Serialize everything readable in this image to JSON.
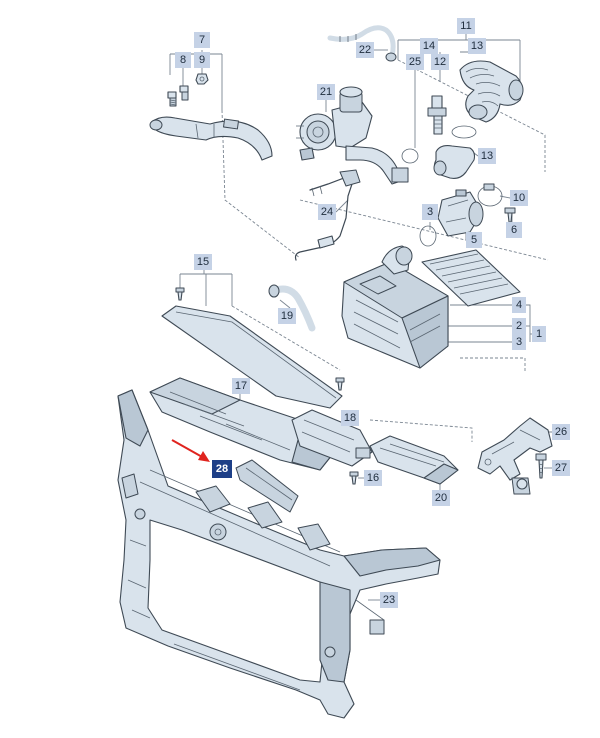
{
  "diagram": {
    "callouts": [
      {
        "id": "c7",
        "text": "7"
      },
      {
        "id": "c8",
        "text": "8"
      },
      {
        "id": "c9",
        "text": "9"
      },
      {
        "id": "c22",
        "text": "22"
      },
      {
        "id": "c11",
        "text": "11"
      },
      {
        "id": "c14",
        "text": "14"
      },
      {
        "id": "c13a",
        "text": "13"
      },
      {
        "id": "c25",
        "text": "25"
      },
      {
        "id": "c12",
        "text": "12"
      },
      {
        "id": "c21",
        "text": "21"
      },
      {
        "id": "c13b",
        "text": "13"
      },
      {
        "id": "c10",
        "text": "10"
      },
      {
        "id": "c24",
        "text": "24"
      },
      {
        "id": "c3a",
        "text": "3"
      },
      {
        "id": "c5",
        "text": "5"
      },
      {
        "id": "c6",
        "text": "6"
      },
      {
        "id": "c15",
        "text": "15"
      },
      {
        "id": "c4",
        "text": "4"
      },
      {
        "id": "c2",
        "text": "2"
      },
      {
        "id": "c1",
        "text": "1"
      },
      {
        "id": "c3b",
        "text": "3"
      },
      {
        "id": "c19",
        "text": "19"
      },
      {
        "id": "c17",
        "text": "17"
      },
      {
        "id": "c18",
        "text": "18"
      },
      {
        "id": "c26",
        "text": "26"
      },
      {
        "id": "c27",
        "text": "27"
      },
      {
        "id": "c16",
        "text": "16"
      },
      {
        "id": "c28",
        "text": "28",
        "highlight": true
      },
      {
        "id": "c20",
        "text": "20"
      },
      {
        "id": "c23",
        "text": "23"
      }
    ],
    "colors": {
      "callout_box": "#c5d2e6",
      "callout_highlight": "#1d3f87",
      "arrow": "#e0241f",
      "part_fill": "#d9e3ec",
      "outline": "#3f4a55"
    }
  }
}
